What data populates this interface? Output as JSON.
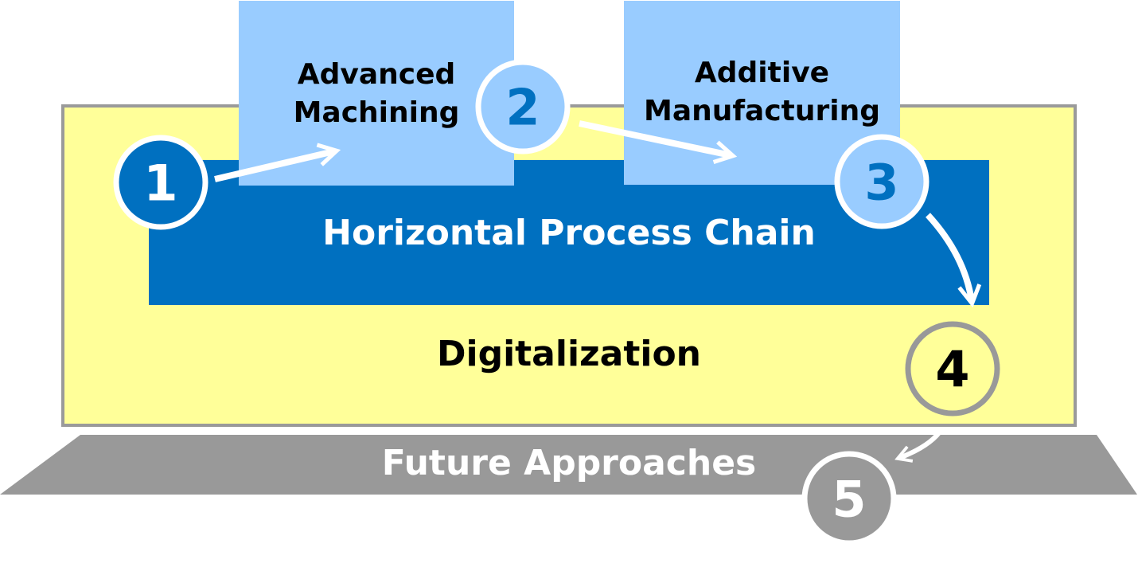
{
  "boxes": {
    "advanced_machining": {
      "line1": "Advanced",
      "line2": "Machining"
    },
    "additive_manufacturing": {
      "line1": "Additive",
      "line2": "Manufacturing"
    },
    "process_chain": "Horizontal Process Chain",
    "digitalization": "Digitalization",
    "future": "Future Approaches"
  },
  "steps": [
    "1",
    "2",
    "3",
    "4",
    "5"
  ],
  "colors": {
    "dark_blue": "#0070c0",
    "light_blue": "#99ccff",
    "yellow": "#ffff99",
    "gray": "#999999",
    "white": "#ffffff",
    "black": "#000000"
  }
}
